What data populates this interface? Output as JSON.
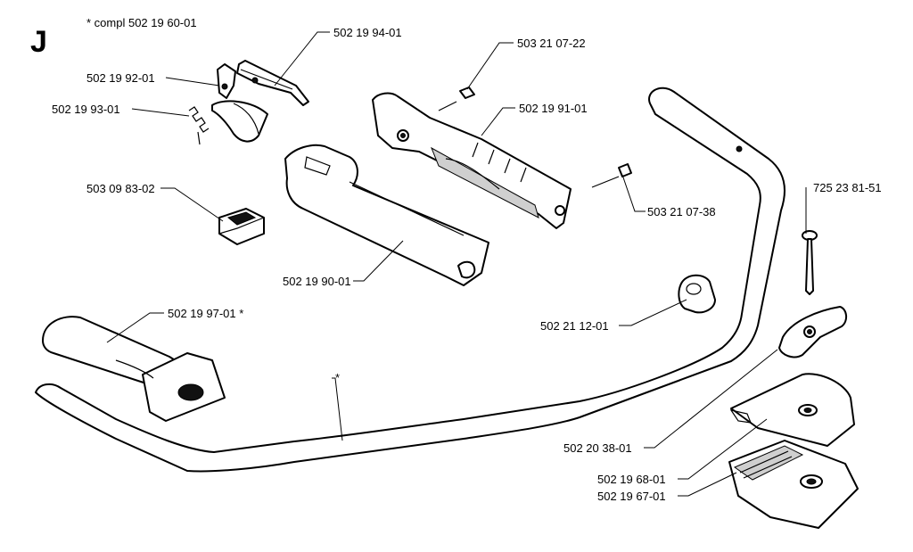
{
  "diagram": {
    "section_letter": "J",
    "note": "* compl 502 19 60-01",
    "labels": {
      "p502199401": "502 19 94-01",
      "p502199201": "502 19 92-01",
      "p502199301": "502 19 93-01",
      "p503210722": "503 21 07-22",
      "p502199101": "502 19 91-01",
      "p503098302": "503 09 83-02",
      "p503210738": "503 21 07-38",
      "p725238151": "725 23 81-51",
      "p502199001": "502 19 90-01",
      "p502211201": "502 21 12-01",
      "p502199701": "502 19 97-01  *",
      "p_star": "*",
      "p502203801": "502 20 38-01",
      "p502196801": "502 19 68-01",
      "p502196701": "502 19 67-01"
    }
  }
}
